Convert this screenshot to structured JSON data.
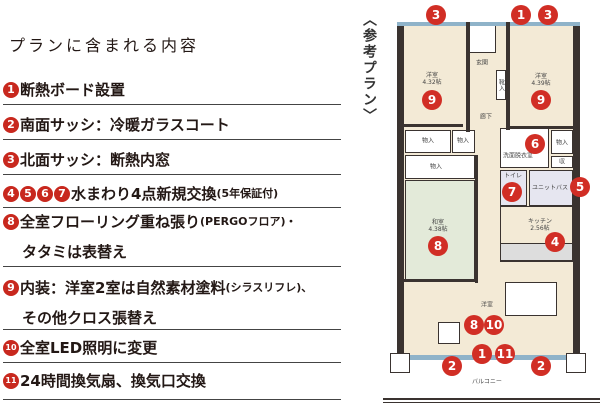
{
  "title": "プランに含まれる内容",
  "items": [
    {
      "badges": [
        "1"
      ],
      "line1": "断熱ボード設置"
    },
    {
      "badges": [
        "2"
      ],
      "line1": "南面サッシ：冷暖ガラスコート"
    },
    {
      "badges": [
        "3"
      ],
      "line1": "北面サッシ：断熱内窓"
    },
    {
      "badges": [
        "4",
        "5",
        "6",
        "7"
      ],
      "line1": "水まわり4点新規交換",
      "note": "(5年保証付)"
    },
    {
      "badges": [
        "8"
      ],
      "line1": "全室フローリング重ね張り",
      "note": "(PERGOフロア)・",
      "line2": "タタミは表替え"
    },
    {
      "badges": [
        "9"
      ],
      "line1": "内装：洋室2室は自然素材塗料",
      "note": "(シラスリフレ)、",
      "line2": "その他クロス張替え"
    },
    {
      "badges": [
        "10"
      ],
      "line1": "全室LED照明に変更"
    },
    {
      "badges": [
        "11"
      ],
      "line1": "24時間換気扇、換気口交換"
    }
  ],
  "plan": {
    "heading": "〈参考プラン〉",
    "rooms": {
      "west_bedroom": {
        "name": "洋室",
        "size": "4.32帖"
      },
      "east_bedroom": {
        "name": "洋室",
        "size": "4.39帖"
      },
      "entrance": "玄関",
      "shoe_storage": "靴入",
      "hallway": "廊下",
      "storage": "物入",
      "washroom": "洗面脱衣室",
      "small_storage": "収",
      "toilet": "トイレ",
      "unit_bath": "ユニットバス",
      "japanese_room": {
        "name": "和室",
        "size": "4.38帖"
      },
      "kitchen": {
        "name": "キッチン",
        "size": "2.56帖"
      },
      "living": "洋室",
      "balcony": "バルコニー"
    },
    "colors": {
      "badge": "#d12e25",
      "beige": "#f3ead6",
      "tatami": "#e3ead9",
      "wet": "#e6e6f0",
      "wall": "#3a3330"
    }
  }
}
